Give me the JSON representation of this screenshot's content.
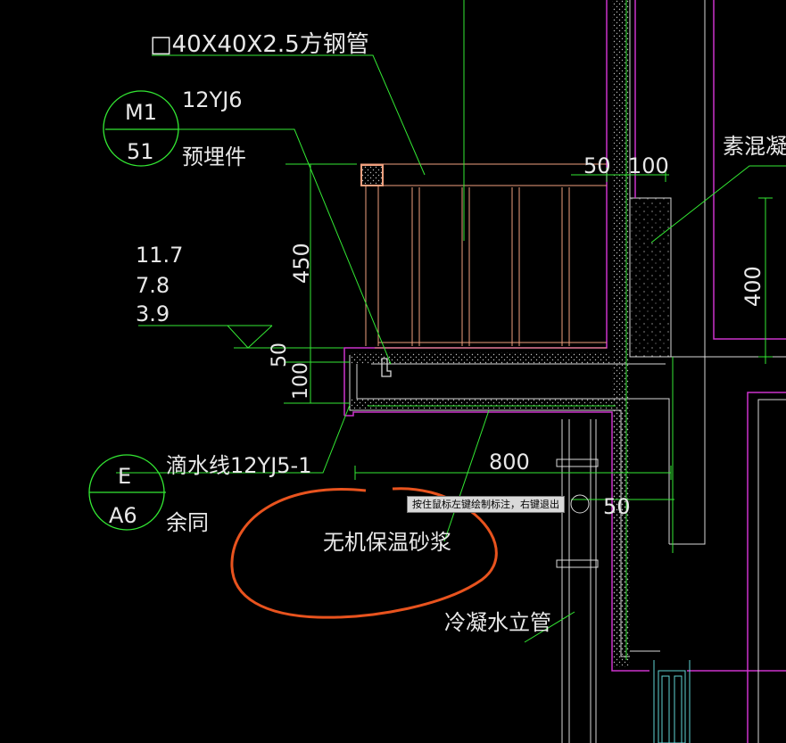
{
  "colors": {
    "background": "#000000",
    "annotation": "#33e833",
    "railing": "#f0a07e",
    "magenta": "#cc33cc",
    "structure": "#d9d9d9",
    "highlight_circle": "#e8531e",
    "tooltip_bg": "#d9d9d9"
  },
  "labels": {
    "steel_tube": "□40X40X2.5方钢管",
    "std_ref_12yj6": "12YJ6",
    "embedded_part": "预埋件",
    "plain_concrete": "素混凝土",
    "elevation_1": "11.7",
    "elevation_2": "7.8",
    "elevation_3": "3.9",
    "drip_line": "滴水线12YJ5-1",
    "rest_same": "余同",
    "insulation_mortar": "无机保温砂浆",
    "condensate_pipe": "冷凝水立管"
  },
  "symbols": {
    "m1": {
      "top": "M1",
      "bottom": "51"
    },
    "e": {
      "top": "E",
      "bottom": "A6"
    }
  },
  "dimensions": {
    "d50_top": "50",
    "d100_top": "100",
    "d450": "450",
    "d50_left": "50",
    "d100_left": "100",
    "d400": "400",
    "d800": "800",
    "d50_right": "50"
  },
  "tooltip": {
    "text": "按住鼠标左键绘制标注，右键退出"
  },
  "icons": [
    "elevation-marker-icon",
    "detail-index-symbol-icon",
    "cursor-crosshair-icon"
  ]
}
